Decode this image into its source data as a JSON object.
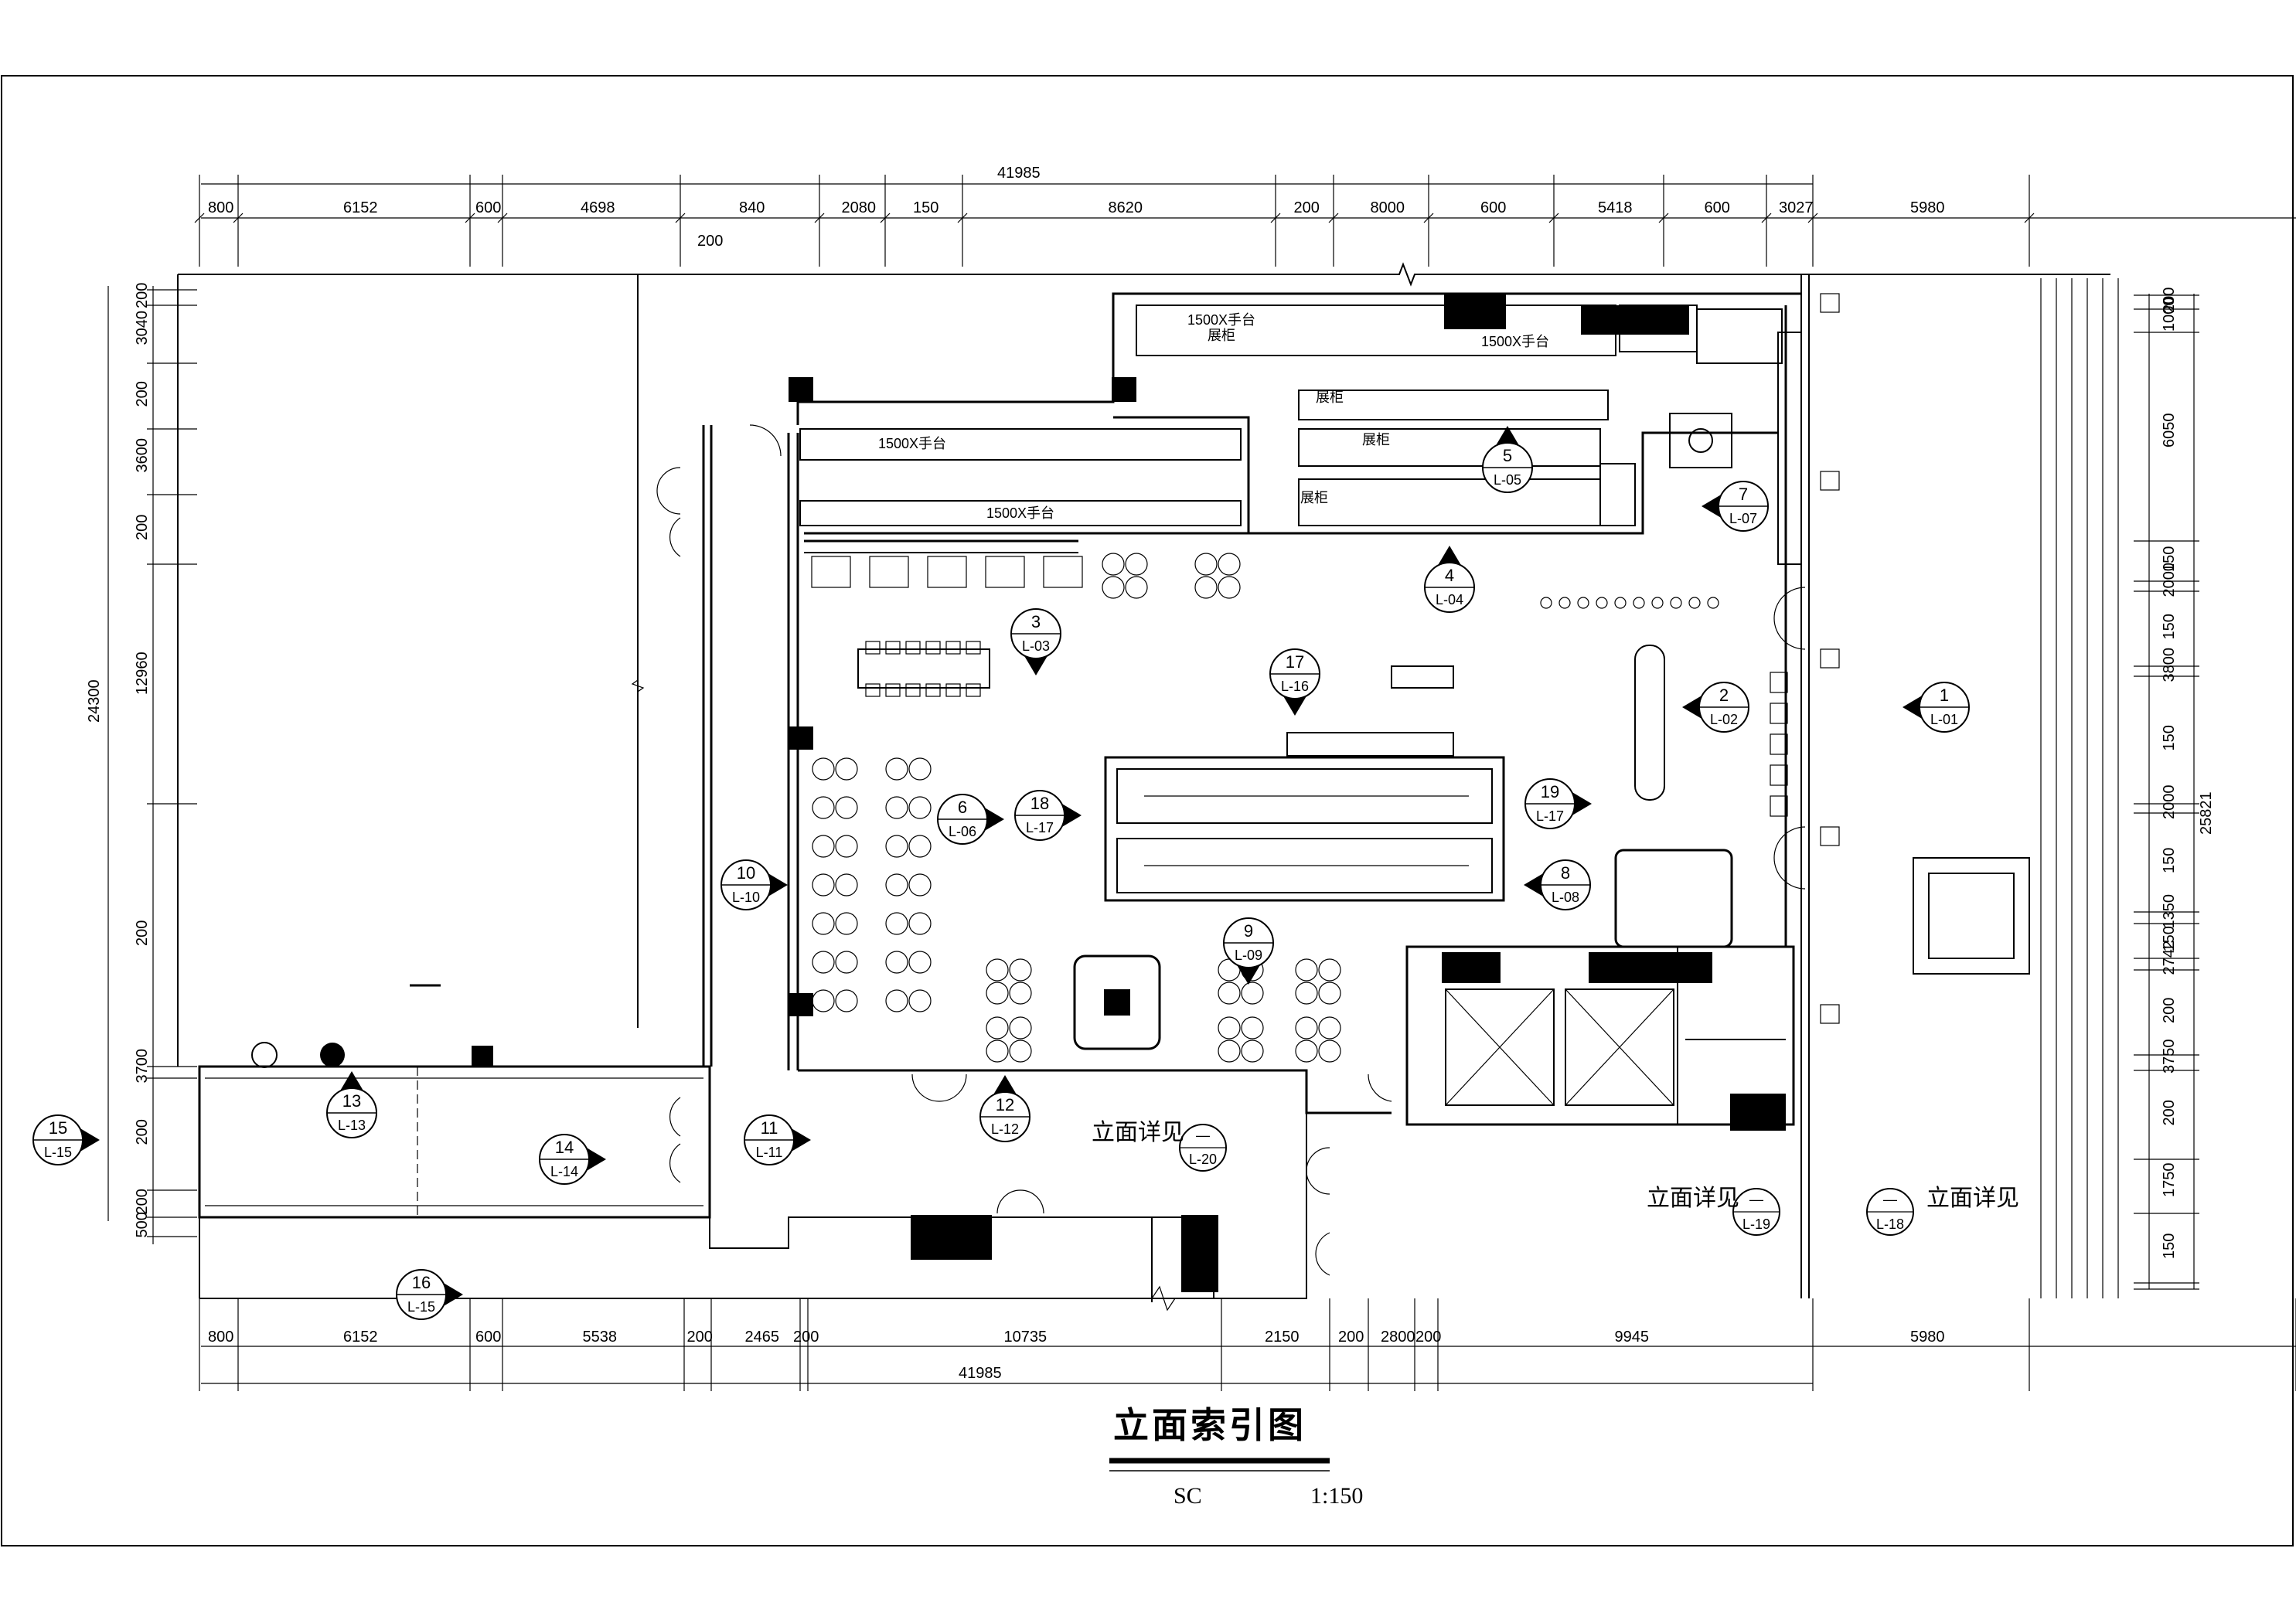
{
  "drawing": {
    "title": "立面索引图",
    "scale_code": "SC",
    "scale": "1:150"
  },
  "dimensions": {
    "overall_top": "41985",
    "overall_bottom": "41985",
    "top_segments": [
      "800",
      "6152",
      "600",
      "4698",
      "840",
      "2080",
      "150",
      "8620",
      "200",
      "8000",
      "600",
      "5418",
      "600",
      "3027",
      "5980"
    ],
    "top_sub": "200",
    "bottom_segments": [
      "800",
      "6152",
      "600",
      "5538",
      "200",
      "2465",
      "200",
      "10735",
      "2150",
      "200",
      "2800",
      "200",
      "9945",
      "5980"
    ],
    "left_overall": "24300",
    "left_segments": [
      "200",
      "3040",
      "200",
      "3600",
      "200",
      "12960",
      "200",
      "3700",
      "200",
      "200",
      "500"
    ],
    "right_overall": "25821",
    "right_segments": [
      "200",
      "1000",
      "6050",
      "150",
      "2000",
      "150",
      "3800",
      "150",
      "2000",
      "150",
      "1350",
      "150",
      "2742",
      "200",
      "3750",
      "200",
      "1750",
      "150"
    ]
  },
  "elevation_tags": [
    {
      "num": "1",
      "sheet": "L-01"
    },
    {
      "num": "2",
      "sheet": "L-02"
    },
    {
      "num": "3",
      "sheet": "L-03"
    },
    {
      "num": "4",
      "sheet": "L-04"
    },
    {
      "num": "5",
      "sheet": "L-05"
    },
    {
      "num": "6",
      "sheet": "L-06"
    },
    {
      "num": "7",
      "sheet": "L-07"
    },
    {
      "num": "8",
      "sheet": "L-08"
    },
    {
      "num": "9",
      "sheet": "L-09"
    },
    {
      "num": "10",
      "sheet": "L-10"
    },
    {
      "num": "11",
      "sheet": "L-11"
    },
    {
      "num": "12",
      "sheet": "L-12"
    },
    {
      "num": "13",
      "sheet": "L-13"
    },
    {
      "num": "14",
      "sheet": "L-14"
    },
    {
      "num": "15",
      "sheet": "L-15"
    },
    {
      "num": "16",
      "sheet": "L-15"
    },
    {
      "num": "17",
      "sheet": "L-16"
    },
    {
      "num": "18",
      "sheet": "L-17"
    },
    {
      "num": "19",
      "sheet": "L-17"
    }
  ],
  "detail_refs": [
    {
      "text": "立面详见",
      "num": "—",
      "sheet": "L-20"
    },
    {
      "text": "立面详见",
      "num": "—",
      "sheet": "L-19"
    },
    {
      "text": "立面详见",
      "num": "—",
      "sheet": "L-18"
    }
  ],
  "counter_labels": [
    "1500X手台",
    "1500X手台",
    "1500X手台",
    "1500X手台",
    "展柜",
    "展柜",
    "展柜",
    "展柜"
  ]
}
